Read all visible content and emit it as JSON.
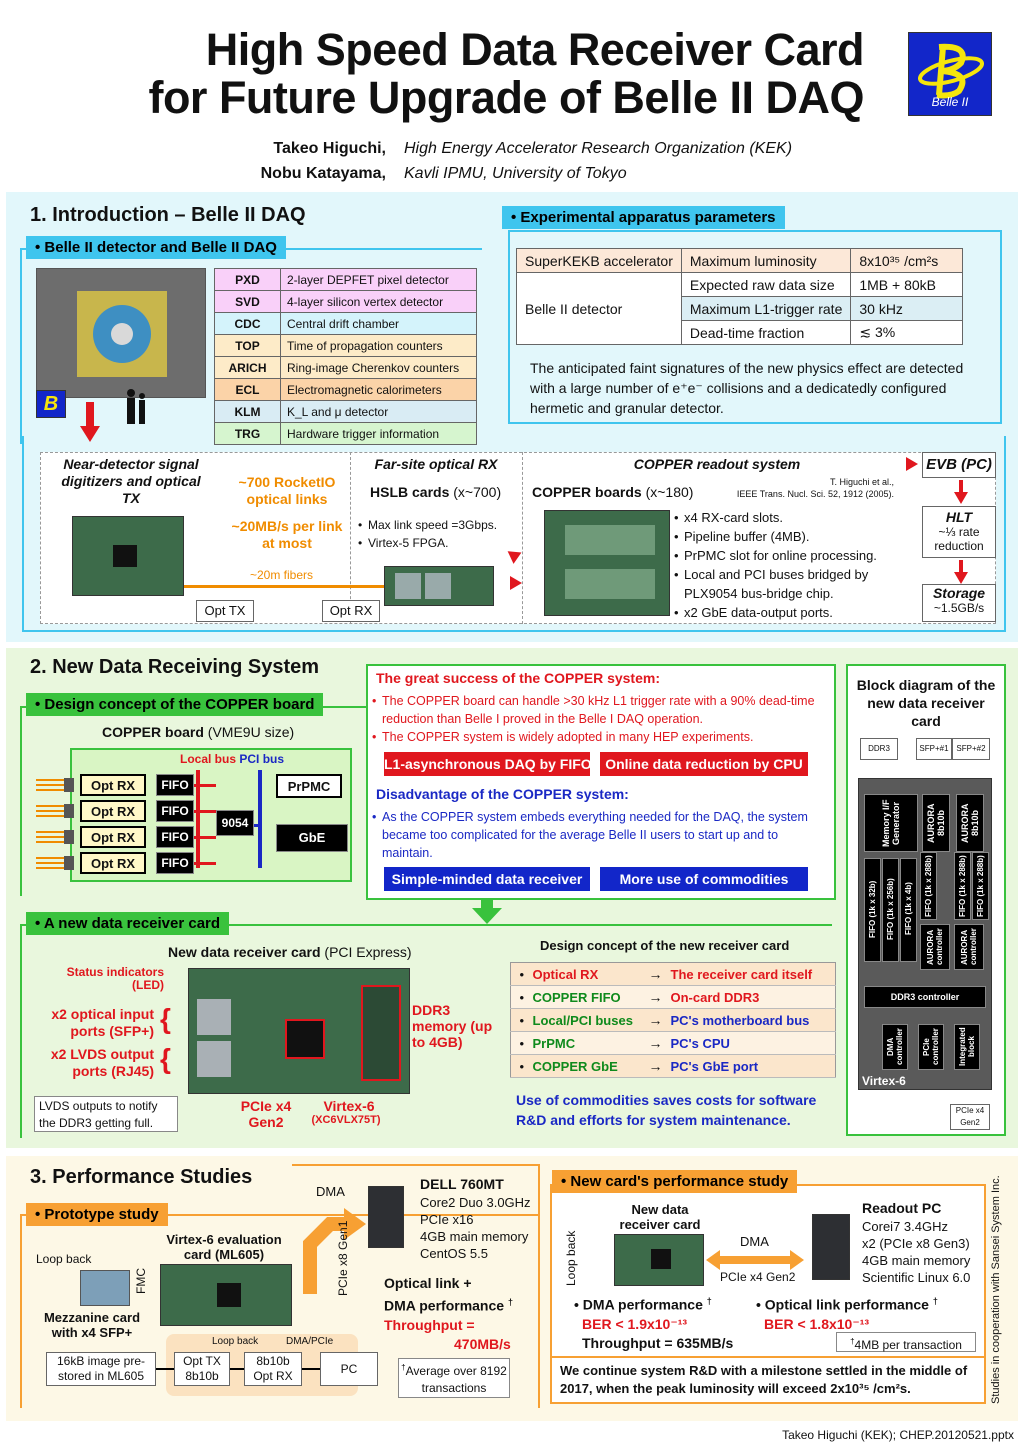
{
  "header": {
    "title_line1": "High Speed Data Receiver Card",
    "title_line2": "for Future Upgrade of Belle II DAQ",
    "logo_text": "Belle II",
    "authors": [
      {
        "name": "Takeo Higuchi,",
        "affiliation": "High Energy Accelerator Research Organization (KEK)"
      },
      {
        "name": "Nobu Katayama,",
        "affiliation": "Kavli IPMU, University of Tokyo"
      }
    ]
  },
  "section1": {
    "title": "1.   Introduction – Belle II DAQ",
    "detector_tag": "• Belle II detector and Belle II DAQ",
    "subdetectors": [
      {
        "code": "PXD",
        "desc": "2-layer DEPFET pixel detector",
        "color": "#f9d0f9"
      },
      {
        "code": "SVD",
        "desc": "4-layer silicon vertex detector",
        "color": "#f9d0f9"
      },
      {
        "code": "CDC",
        "desc": "Central drift chamber",
        "color": "#d4f3fb"
      },
      {
        "code": "TOP",
        "desc": "Time of propagation counters",
        "color": "#fdebc8"
      },
      {
        "code": "ARICH",
        "desc": "Ring-image Cherenkov counters",
        "color": "#fdebc8"
      },
      {
        "code": "ECL",
        "desc": "Electromagnetic calorimeters",
        "color": "#fbd3a8"
      },
      {
        "code": "KLM",
        "desc": "K_L and μ detector",
        "color": "#d9ecf4"
      },
      {
        "code": "TRG",
        "desc": "Hardware trigger information",
        "color": "#d6f5cf"
      }
    ],
    "params_tag": "• Experimental apparatus parameters",
    "params": {
      "row1": {
        "group": "SuperKEKB accelerator",
        "name": "Maximum luminosity",
        "value": "8x10³⁵ /cm²s"
      },
      "group2": "Belle II detector",
      "rows": [
        {
          "name": "Expected raw data size",
          "value": "1MB + 80kB"
        },
        {
          "name": "Maximum L1-trigger rate",
          "value": "30 kHz"
        },
        {
          "name": "Dead-time fraction",
          "value": "≲ 3%"
        }
      ]
    },
    "params_text": "The anticipated faint signatures of the new physics effect are detected with a large number of e⁺e⁻ collisions and a dedicatedly configured hermetic and granular detector.",
    "daq": {
      "near_title": "Near-detector signal digitizers and optical TX",
      "rocket_links": "~700 RocketIO optical links",
      "per_link": "~20MB/s per link at most",
      "fibers": "~20m fibers",
      "opt_tx": "Opt TX",
      "opt_rx": "Opt RX",
      "farsite_title": "Far-site optical RX",
      "hslb_bold": "HSLB cards",
      "hslb_rest": " (x~700)",
      "hslb_bullets": [
        "Max link speed =3Gbps.",
        "Virtex-5 FPGA."
      ],
      "copper_title": "COPPER readout system",
      "copper_bold": "COPPER boards",
      "copper_rest": " (x~180)",
      "ref_line1": "T. Higuchi et al.,",
      "ref_line2": "IEEE Trans. Nucl. Sci. 52, 1912 (2005).",
      "copper_bullets": [
        "x4 RX-card slots.",
        "Pipeline buffer (4MB).",
        "PrPMC slot for online processing.",
        "Local and PCI buses bridged by PLX9054 bus-bridge chip.",
        "x2 GbE data-output ports."
      ],
      "evb": "EVB (PC)",
      "hlt": "HLT",
      "hlt_rate": "~⅓ rate reduction",
      "storage": "Storage",
      "storage_rate": "~1.5GB/s"
    }
  },
  "section2": {
    "title": "2.   New Data Receiving System",
    "design_tag": "• Design concept of the COPPER board",
    "copper_board_bold": "COPPER board",
    "copper_board_rest": " (VME9U size)",
    "local_bus": "Local bus",
    "pci_bus": "PCI bus",
    "opt_rx_labels": [
      "Opt RX",
      "Opt RX",
      "Opt RX",
      "Opt RX"
    ],
    "fifo_labels": [
      "FIFO",
      "FIFO",
      "FIFO",
      "FIFO"
    ],
    "bridge": "9054",
    "prpmc": "PrPMC",
    "gbe": "GbE",
    "success_title": "The great success of the COPPER system:",
    "success_bullets": [
      "The COPPER board can handle >30 kHz L1 trigger rate with a 90% dead-time reduction than Belle I proved in the Belle I DAQ operation.",
      "The COPPER system is widely adopted in many HEP experiments."
    ],
    "btn_l1": "L1-asynchronous DAQ by FIFO",
    "btn_online": "Online data reduction by CPU",
    "disadv_title": "Disadvantage of the COPPER system:",
    "disadv_bullets": [
      "As the COPPER system embeds everything needed for the DAQ, the system became too complicated for the average Belle II users to start up and to maintain."
    ],
    "btn_simple": "Simple-minded data receiver",
    "btn_commod": "More use of commodities",
    "new_card_tag": "• A new data receiver card",
    "new_card_bold": "New data receiver card",
    "new_card_rest": " (PCI Express)",
    "status_led": "Status indicators (LED)",
    "x2_optical": "x2 optical input ports (SFP+)",
    "x2_lvds": "x2 LVDS output ports (RJ45)",
    "ddr3_memory": "DDR3 memory (up to 4GB)",
    "lvds_note": "LVDS outputs to notify the DDR3 getting full.",
    "pcie_x4": "PCIe x4 Gen2",
    "virtex6": "Virtex-6",
    "virtex6_part": "(XC6VLX75T)",
    "concept_title_bold1": "Design ",
    "concept_title_bold2": "concept",
    "concept_title_rest": " of the new receiver card",
    "concept_rows": [
      {
        "from": "Optical RX",
        "to": "The receiver card itself",
        "from_color": "#e0171e",
        "to_color": "#e0171e"
      },
      {
        "from": "COPPER FIFO",
        "to": "On-card DDR3",
        "from_color": "#0f8a1c",
        "to_color": "#e0171e"
      },
      {
        "from": "Local/PCI buses",
        "to": "PC's motherboard bus",
        "from_color": "#0f8a1c",
        "to_color": "#1a28c4"
      },
      {
        "from": "PrPMC",
        "to": "PC's CPU",
        "from_color": "#0f8a1c",
        "to_color": "#1a28c4"
      },
      {
        "from": "COPPER GbE",
        "to": "PC's GbE port",
        "from_color": "#0f8a1c",
        "to_color": "#1a28c4"
      }
    ],
    "arrow_glyph": "→",
    "commod_note": "Use of commodities saves costs for software R&D and efforts for system maintenance.",
    "block_title": "Block diagram of the new data receiver card",
    "blk_ddr3": "DDR3",
    "blk_sfp1": "SFP+#1",
    "blk_sfp2": "SFP+#2",
    "blk_mem": "Memory I/F Generator",
    "blk_aurora1": "AURORA 8b10b",
    "blk_aurora2": "AURORA 8b10b",
    "blk_fifo1": "FIFO (1k x 32b)",
    "blk_fifo2": "FIFO (1k x 256b)",
    "blk_fifo3": "FIFO (1k x 4b)",
    "blk_fifo4": "FIFO (1k x 288b)",
    "blk_fifo5": "FIFO (1k x 288b)",
    "blk_fifo6": "FIFO (1k x 288b)",
    "blk_auroractl1": "AURORA controller",
    "blk_auroractl2": "AURORA controller",
    "blk_ddr3ctl": "DDR3 controller",
    "blk_dma": "DMA controller",
    "blk_pcie": "PCIe controller",
    "blk_integ": "Integrated block",
    "blk_virtex": "Virtex-6",
    "blk_pcie_out": "PCIe x4 Gen2"
  },
  "section3": {
    "title": "3.   Performance Studies",
    "proto_tag": "• Prototype study",
    "dma": "DMA",
    "dell_title": "DELL 760MT",
    "dell_specs": [
      "Core2 Duo 3.0GHz",
      "PCIe x16",
      "4GB main memory",
      "CentOS 5.5"
    ],
    "pcie_gen1": "PCIe x8 Gen1",
    "ml605_title": "Virtex-6 evaluation card (ML605)",
    "loop_back": "Loop back",
    "fmc": "FMC",
    "mezz": "Mezzanine card with x4 SFP+",
    "opt_perf_line1": "Optical link +",
    "opt_perf_line2": "DMA performance",
    "dagger": "†",
    "throughput_label": "Throughput =",
    "throughput_value": "470MB/s",
    "flow_loop": "Loop back",
    "flow_dma": "DMA/PCIe",
    "flow_box1": "16kB image pre-stored in ML605",
    "flow_box2": "Opt TX 8b10b",
    "flow_box3": "8b10b Opt RX",
    "flow_box4": "PC",
    "avg_note": "Average over 8192 transactions",
    "newperf_tag": "• New card's performance study",
    "newcard_label": "New data receiver card",
    "loop_back2": "Loop back",
    "dma2": "DMA",
    "pcie_gen2": "PCIe x4 Gen2",
    "readout_title": "Readout PC",
    "readout_specs": [
      "Corei7 3.4GHz",
      "x2 (PCIe x8 Gen3)",
      "4GB main memory",
      "Scientific Linux 6.0"
    ],
    "dma_perf": "DMA performance",
    "ber1": "BER < 1.9x10⁻¹³",
    "throughput2": "Throughput = 635MB/s",
    "opt_perf": "Optical link performance",
    "ber2": "BER < 1.8x10⁻¹³",
    "mb_note": "4MB per transaction",
    "conclusion": "We continue system R&D with a milestone settled in the middle of 2017, when the peak luminosity will exceed  2x10³⁵ /cm²s.",
    "sansei": "Studies in cooperation with Sansei System Inc."
  },
  "footer": "Takeo Higuchi (KEK); CHEP.20120521.pptx"
}
